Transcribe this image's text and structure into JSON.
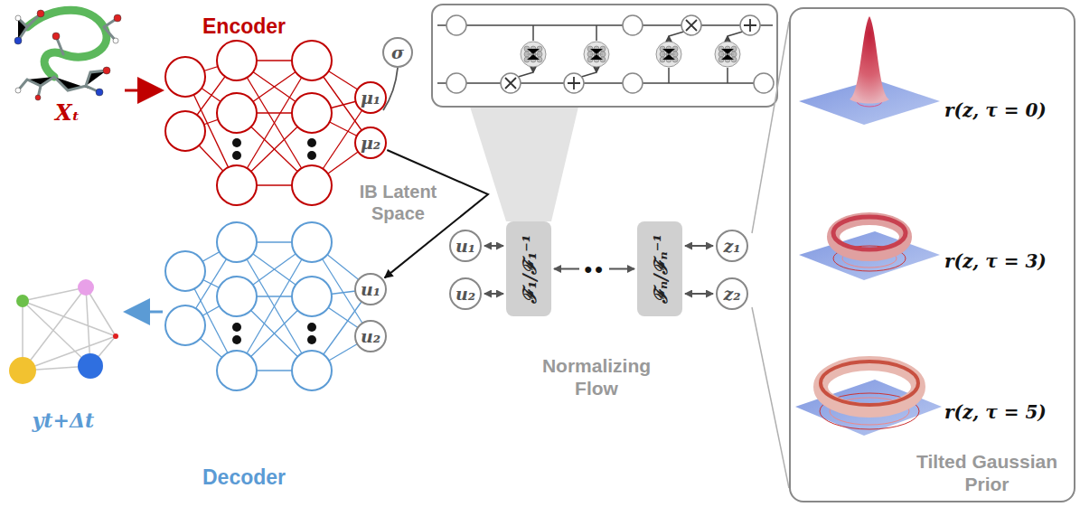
{
  "diagram": {
    "nodes": [
      {
        "text": [
          "μ₁"
        ]
      },
      {
        "text": [
          "μ₂"
        ]
      },
      {
        "text": [
          "σ"
        ]
      },
      {
        "text": [
          "u₁"
        ]
      },
      {
        "text": [
          "u₂"
        ]
      },
      {
        "text": [
          "ℱ₁/ℱ₁⁻¹"
        ]
      },
      {
        "text": [
          "ℱₙ/ℱₙ⁻¹"
        ]
      },
      {
        "text": [
          "z₁"
        ]
      },
      {
        "text": [
          "z₂"
        ]
      },
      {
        "text": [
          "u₁"
        ]
      },
      {
        "text": [
          "u₂"
        ]
      },
      {
        "text": [
          "r(z, τ = 0)",
          "r(z, τ = 3)",
          "r(z, τ = 5)",
          "Tilted Gaussian Prior"
        ]
      }
    ],
    "edges": [
      {
        "from": 1,
        "to": 9,
        "arrow": "to"
      },
      {
        "from": 3,
        "to": 5,
        "arrow": "both"
      },
      {
        "from": 4,
        "to": 5,
        "arrow": "both"
      },
      {
        "from": 5,
        "to": 6,
        "arrow": "both",
        "label": "●●"
      },
      {
        "from": 6,
        "to": 7,
        "arrow": "both"
      },
      {
        "from": 6,
        "to": 8,
        "arrow": "both"
      }
    ],
    "labels": [
      "Xₜ",
      "Encoder",
      "IB Latent Space",
      "Normalizing Flow",
      "yt+Δt",
      "Decoder"
    ]
  }
}
